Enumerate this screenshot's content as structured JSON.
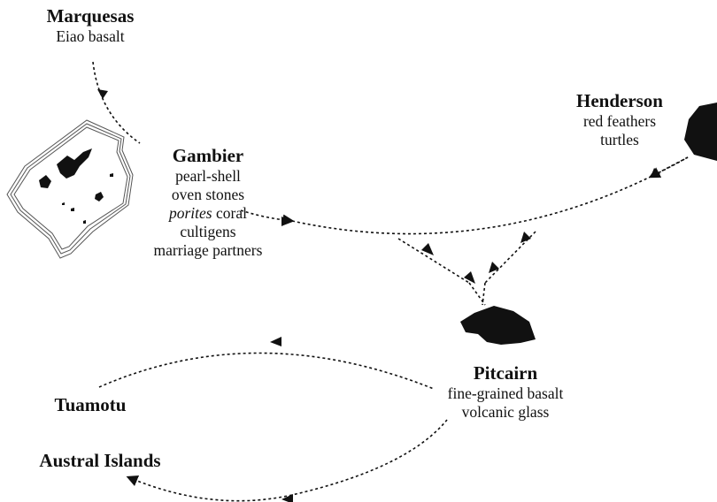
{
  "islands": {
    "marquesas": {
      "name": "Marquesas",
      "items": [
        "Eiao basalt"
      ]
    },
    "gambier": {
      "name": "Gambier",
      "items_before": [
        "pearl-shell",
        "oven stones"
      ],
      "porites_word": "porites",
      "porites_rest": " coral",
      "items_after": [
        "cultigens",
        "marriage partners"
      ]
    },
    "henderson": {
      "name": "Henderson",
      "items": [
        "red feathers",
        "turtles"
      ]
    },
    "pitcairn": {
      "name": "Pitcairn",
      "items": [
        "fine-grained basalt",
        "volcanic glass"
      ]
    },
    "tuamotu": {
      "name": "Tuamotu"
    },
    "austral": {
      "name": "Austral Islands"
    }
  },
  "colors": {
    "ink": "#111111",
    "land": "#111111",
    "reef": "#444444"
  }
}
